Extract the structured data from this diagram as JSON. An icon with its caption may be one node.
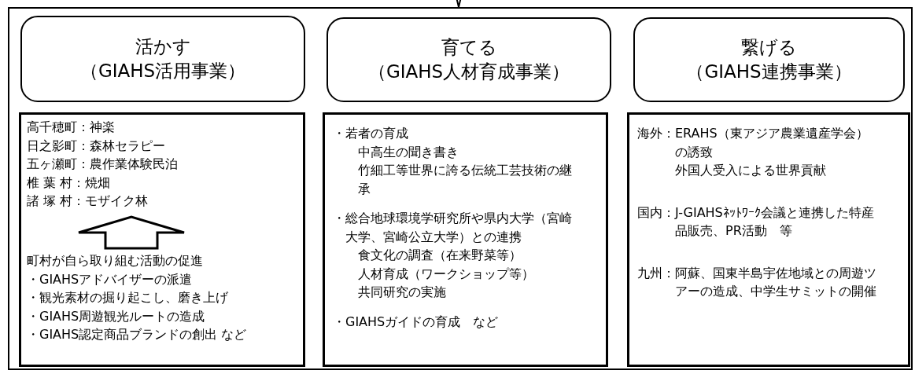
{
  "diagram": {
    "nodes": [
      {
        "text": [],
        "shape": "box"
      },
      {
        "text": [
          "活かす",
          "（GIAHS活用事業）"
        ],
        "in": 0
      },
      {
        "text": [],
        "shape": "box",
        "in": 0
      },
      {
        "text": [
          "高千穂町：神楽",
          "日之影町：森林セラピー",
          "五ヶ瀬町：農作業体験民泊",
          "椎 葉 村：焼畑",
          "諸 塚 村：モザイク林"
        ],
        "in": 2
      },
      {
        "text": [
          "町村が自ら取り組む活動の促進",
          "・GIAHSアドバイザーの派遣",
          "・観光素材の掘り起こし、磨き上げ",
          "・GIAHS周遊観光ルートの造成",
          "・GIAHS認定商品ブランドの創出 など"
        ],
        "in": 2
      },
      {
        "text": [
          "育てる",
          "（GIAHS人材育成事業）"
        ],
        "in": 0
      },
      {
        "text": [
          "・若者の育成",
          "中高生の聞き書き",
          "竹細工等世界に誇る伝統工芸技術の継承",
          "・総合地球環境学研究所や県内大学（宮崎大学、宮崎公立大学）との連携",
          "食文化の調査（在来野菜等）",
          "人材育成（ワークショップ等）",
          "共同研究の実施",
          "・GIAHSガイドの育成　など"
        ],
        "in": 0
      },
      {
        "text": [
          "繋げる",
          "（GIAHS連携事業）"
        ],
        "in": 0
      },
      {
        "text": [
          "海外：ERAHS（東アジア農業遺産学会）の誘致",
          "外国人受入による世界貢献",
          "国内：J-GIAHSﾈｯﾄﾜｰｸ会議と連携した特産品販売、PR活動　等",
          "九州：阿蘇、国東半島宇佐地域との周遊ツアーの造成、中学生サミットの開催"
        ],
        "in": 0
      }
    ],
    "edges": [
      {
        "from": null,
        "to": 0,
        "arrow": "to"
      },
      {
        "from": 4,
        "to": 3,
        "arrow": "to",
        "style": "thick"
      }
    ]
  }
}
